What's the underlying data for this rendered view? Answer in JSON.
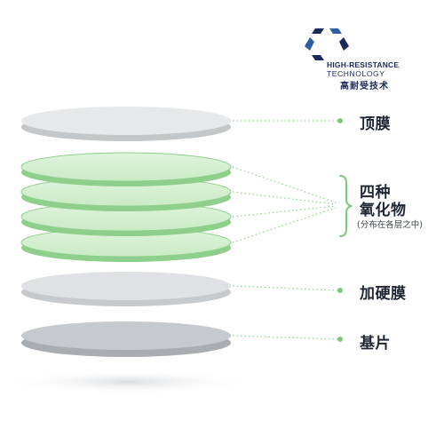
{
  "logo": {
    "line1": "HIGH-RESISTANCE",
    "line2": "TECHNOLOGY",
    "line3": "高耐受技术",
    "colors": {
      "dark": "#1b2a5a",
      "blue": "#2e5fa3"
    }
  },
  "layers": [
    {
      "name": "top-film",
      "label": "顶膜"
    },
    {
      "name": "oxides",
      "label_line1": "四种",
      "label_line2": "氧化物",
      "note": "(分布在各层之中)"
    },
    {
      "name": "hard-film",
      "label": "加硬膜"
    },
    {
      "name": "substrate",
      "label": "基片"
    }
  ],
  "colors": {
    "top_film": "#e4e6e8",
    "oxide": "#cdeccb",
    "oxide_edge": "#6fbf73",
    "hard_film": "#dcdfe2",
    "substrate": "#c6c9cd",
    "connector": "#8fd08a",
    "brace": "#7cc97a"
  }
}
